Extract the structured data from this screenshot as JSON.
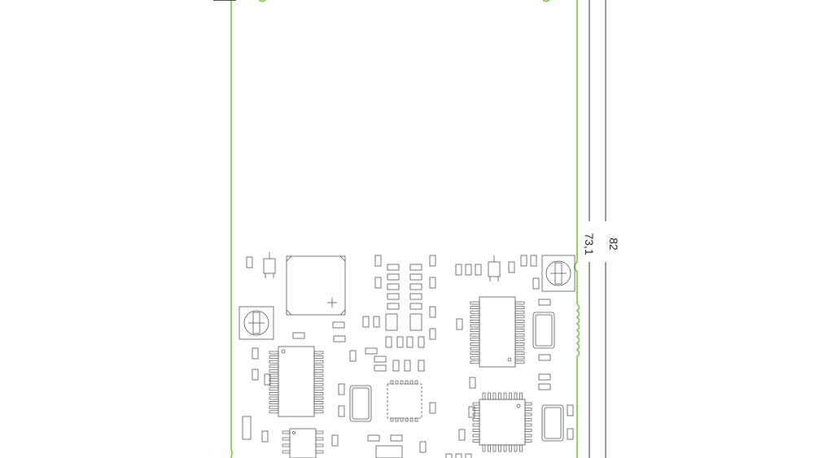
{
  "drawing": {
    "dimensions": {
      "overall": "82",
      "inner": "73,1"
    },
    "colors": {
      "board_outline": "#7cc444",
      "component_stroke": "#555555",
      "dimension_line": "#333333",
      "background": "#ffffff"
    },
    "component_icons": [
      "soic-ic",
      "qfp-ic",
      "qfn-ic",
      "buzzer",
      "trimmer-potentiometer",
      "sot23-transistor",
      "smd-resistor",
      "smd-capacitor",
      "crystal"
    ]
  }
}
